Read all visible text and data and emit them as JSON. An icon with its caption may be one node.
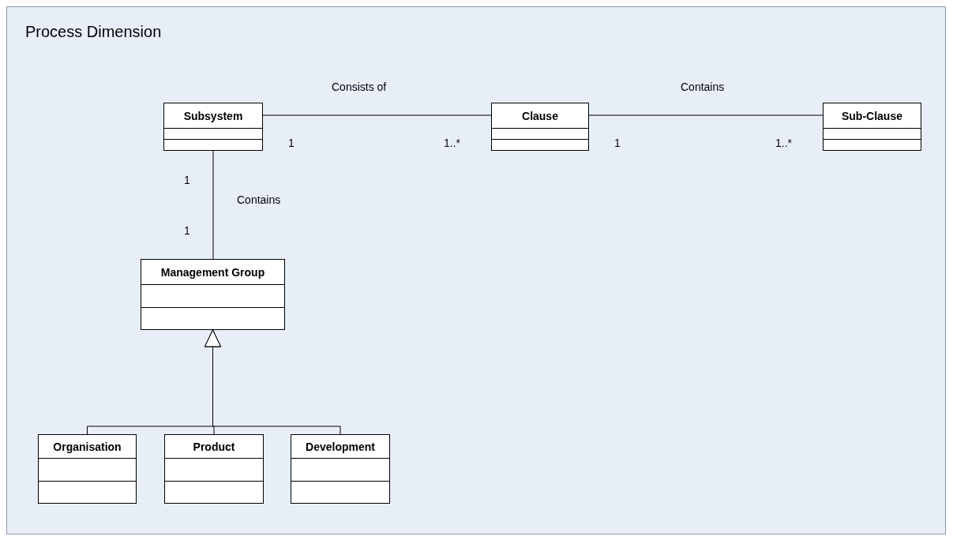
{
  "diagram": {
    "nodes": [
      {
        "text": [
          "Process Dimension"
        ]
      },
      {
        "text": [
          "Subsystem"
        ],
        "in": 0
      },
      {
        "text": [
          "Clause"
        ],
        "in": 0
      },
      {
        "text": [
          "Sub-Clause"
        ],
        "in": 0
      },
      {
        "text": [
          "Management Group"
        ],
        "in": 0
      },
      {
        "text": [
          "Organisation"
        ],
        "in": 0
      },
      {
        "text": [
          "Product"
        ],
        "in": 0
      },
      {
        "text": [
          "Development"
        ],
        "in": 0
      }
    ],
    "edges": [
      {
        "from": 1,
        "to": 2,
        "arrow": "none",
        "label": "Consists of"
      },
      {
        "from": 2,
        "to": 3,
        "arrow": "none",
        "label": "Contains"
      },
      {
        "from": 1,
        "to": 4,
        "arrow": "none",
        "label": "Contains"
      },
      {
        "from": 5,
        "to": 4,
        "arrow": "to"
      },
      {
        "from": 6,
        "to": 4,
        "arrow": "to"
      },
      {
        "from": 7,
        "to": 4,
        "arrow": "to"
      }
    ],
    "labels": [
      "1",
      "1..*",
      "1",
      "1..*",
      "1",
      "1"
    ]
  }
}
